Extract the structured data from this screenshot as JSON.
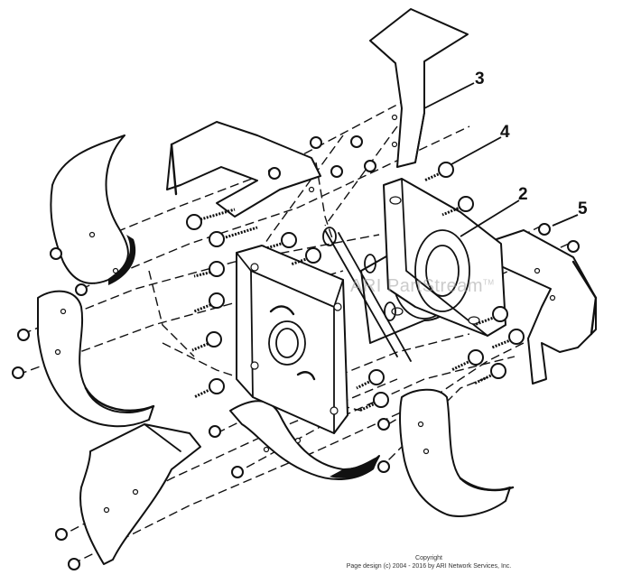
{
  "diagram": {
    "callouts": [
      "3",
      "4",
      "2",
      "5"
    ],
    "watermark": "ARI PartStream",
    "watermark_tm": "TM"
  },
  "footer": {
    "line1": "Copyright",
    "line2": "Page design (c) 2004 - 2016 by ARI Network Services, Inc."
  }
}
